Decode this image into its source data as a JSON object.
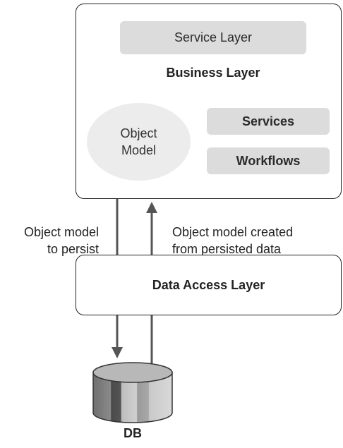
{
  "business_layer": {
    "title": "Business Layer",
    "service_layer_label": "Service Layer",
    "services_label": "Services",
    "workflows_label": "Workflows",
    "object_model_line1": "Object",
    "object_model_line2": "Model"
  },
  "flows": {
    "down_line1": "Object model",
    "down_line2": "to persist",
    "up_line1": "Object model created",
    "up_line2": "from persisted data"
  },
  "data_access_layer": {
    "label": "Data Access Layer"
  },
  "database": {
    "label": "DB"
  }
}
